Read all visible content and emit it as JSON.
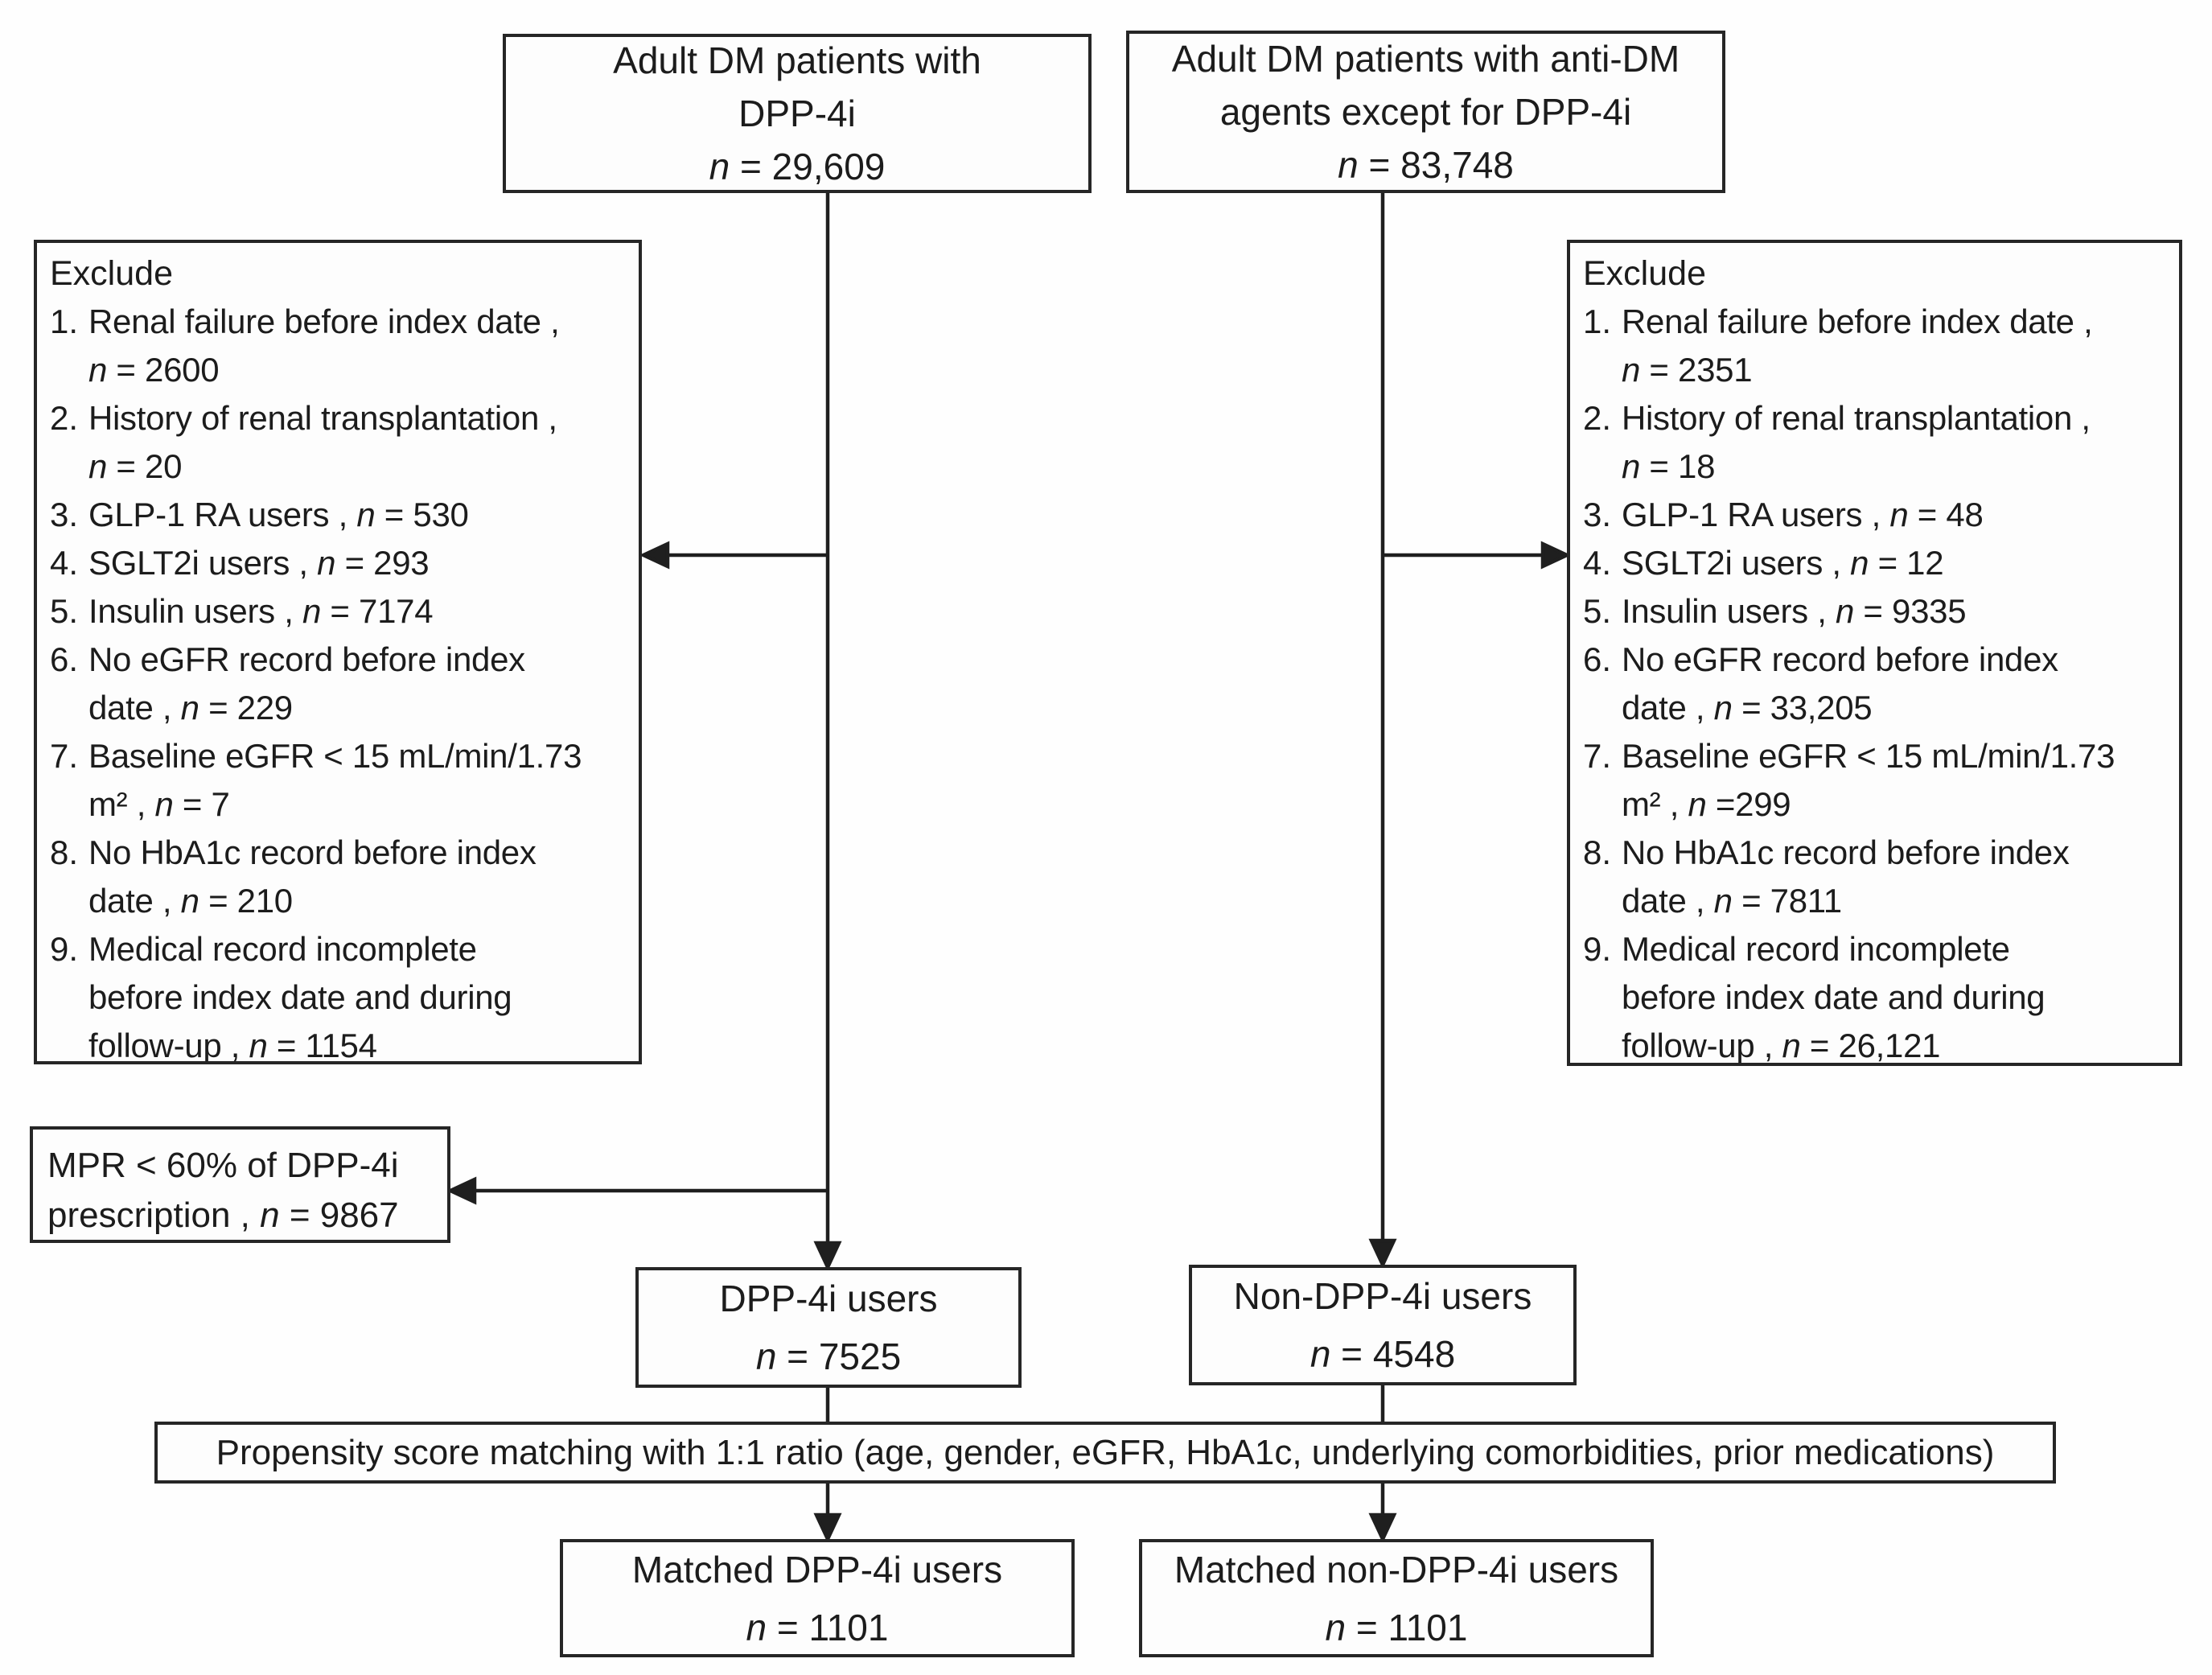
{
  "boxes": {
    "cohort_left": {
      "line1": "Adult DM patients with",
      "line2": "DPP-4i",
      "n_line": "n = 29,609"
    },
    "cohort_right": {
      "line1": "Adult DM patients with anti-DM",
      "line2": "agents except for DPP-4i",
      "n_line": "n = 83,748"
    },
    "exclude_left": {
      "title": "Exclude",
      "items": [
        {
          "num": "1.",
          "lines": [
            "Renal failure before index date ,",
            "n = 2600"
          ]
        },
        {
          "num": "2.",
          "lines": [
            "History of renal transplantation ,",
            "n = 20"
          ]
        },
        {
          "num": "3.",
          "lines": [
            "GLP-1 RA users , n = 530"
          ]
        },
        {
          "num": "4.",
          "lines": [
            "SGLT2i users , n = 293"
          ]
        },
        {
          "num": "5.",
          "lines": [
            "Insulin users , n = 7174"
          ]
        },
        {
          "num": "6.",
          "lines": [
            "No eGFR record before index",
            "date , n = 229"
          ]
        },
        {
          "num": "7.",
          "lines": [
            "Baseline eGFR < 15 mL/min/1.73",
            "m² , n = 7"
          ]
        },
        {
          "num": "8.",
          "lines": [
            "No HbA1c record before index",
            "date , n = 210"
          ]
        },
        {
          "num": "9.",
          "lines": [
            "Medical record incomplete",
            "before index date and during",
            "follow-up , n = 1154"
          ]
        }
      ]
    },
    "exclude_right": {
      "title": "Exclude",
      "items": [
        {
          "num": "1.",
          "lines": [
            "Renal failure before index date ,",
            "n = 2351"
          ]
        },
        {
          "num": "2.",
          "lines": [
            "History of renal transplantation ,",
            "n = 18"
          ]
        },
        {
          "num": "3.",
          "lines": [
            "GLP-1 RA users , n = 48"
          ]
        },
        {
          "num": "4.",
          "lines": [
            "SGLT2i users , n = 12"
          ]
        },
        {
          "num": "5.",
          "lines": [
            "Insulin users , n = 9335"
          ]
        },
        {
          "num": "6.",
          "lines": [
            "No eGFR record before index",
            "date , n = 33,205"
          ]
        },
        {
          "num": "7.",
          "lines": [
            "Baseline eGFR < 15 mL/min/1.73",
            "m² , n =299"
          ]
        },
        {
          "num": "8.",
          "lines": [
            "No HbA1c record before index",
            "date , n = 7811"
          ]
        },
        {
          "num": "9.",
          "lines": [
            "Medical record incomplete",
            "before index date and during",
            "follow-up , n = 26,121"
          ]
        }
      ]
    },
    "mpr": {
      "line1": "MPR < 60% of DPP-4i",
      "line2": "prescription , n = 9867"
    },
    "users_left": {
      "line1": "DPP-4i users",
      "n_line": "n = 7525"
    },
    "users_right": {
      "line1": "Non-DPP-4i users",
      "n_line": "n = 4548"
    },
    "psm": {
      "text": "Propensity score matching with 1:1 ratio (age, gender, eGFR, HbA1c, underlying comorbidities, prior medications)"
    },
    "matched_left": {
      "line1": "Matched DPP-4i users",
      "n_line": "n = 1101"
    },
    "matched_right": {
      "line1": "Matched non-DPP-4i users",
      "n_line": "n = 1101"
    }
  },
  "style": {
    "line_color": "#1f1f1f",
    "border_color": "#262626",
    "background": "#fefefe"
  }
}
